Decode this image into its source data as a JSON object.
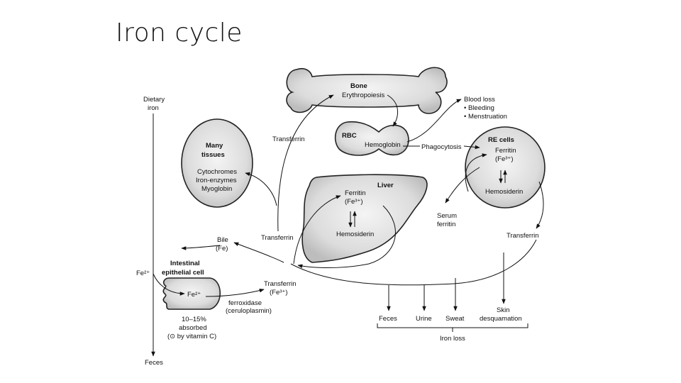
{
  "title": "Iron cycle",
  "labels": {
    "dietary_iron": [
      "Dietary",
      "iron"
    ],
    "bone": "Bone",
    "erythropoiesis": "Erythropoiesis",
    "blood_loss": "Blood loss",
    "bleeding": "• Bleeding",
    "menstruation": "• Menstruation",
    "many_tissues": [
      "Many",
      "tissues"
    ],
    "tissue_items": [
      "Cytochromes",
      "Iron-enzymes",
      "Myoglobin"
    ],
    "transferrin": "Transferrin",
    "rbc": "RBC",
    "hemoglobin": "Hemoglobin",
    "phagocytosis": "Phagocytosis",
    "re_cells": "RE cells",
    "ferritin": "Ferritin",
    "fe3_ox": "(Fe³⁺)",
    "hemosiderin": "Hemosiderin",
    "liver": "Liver",
    "serum_ferritin": [
      "Serum",
      "ferritin"
    ],
    "bile": [
      "Bile",
      "(Fe)"
    ],
    "intestinal_cell": [
      "Intestinal",
      "epithelial cell"
    ],
    "fe2_in": "Fe²⁺",
    "fe2_cell": "Fe²⁺",
    "ferroxidase": [
      "ferroxidase",
      "(ceruloplasmin)"
    ],
    "absorbed": [
      "10–15%",
      "absorbed",
      "(⊙ by vitamin C)"
    ],
    "feces_bottom": "Feces",
    "loss_items": [
      "Feces",
      "Urine",
      "Sweat"
    ],
    "skin": [
      "Skin",
      "desquamation"
    ],
    "iron_loss": "Iron loss"
  }
}
